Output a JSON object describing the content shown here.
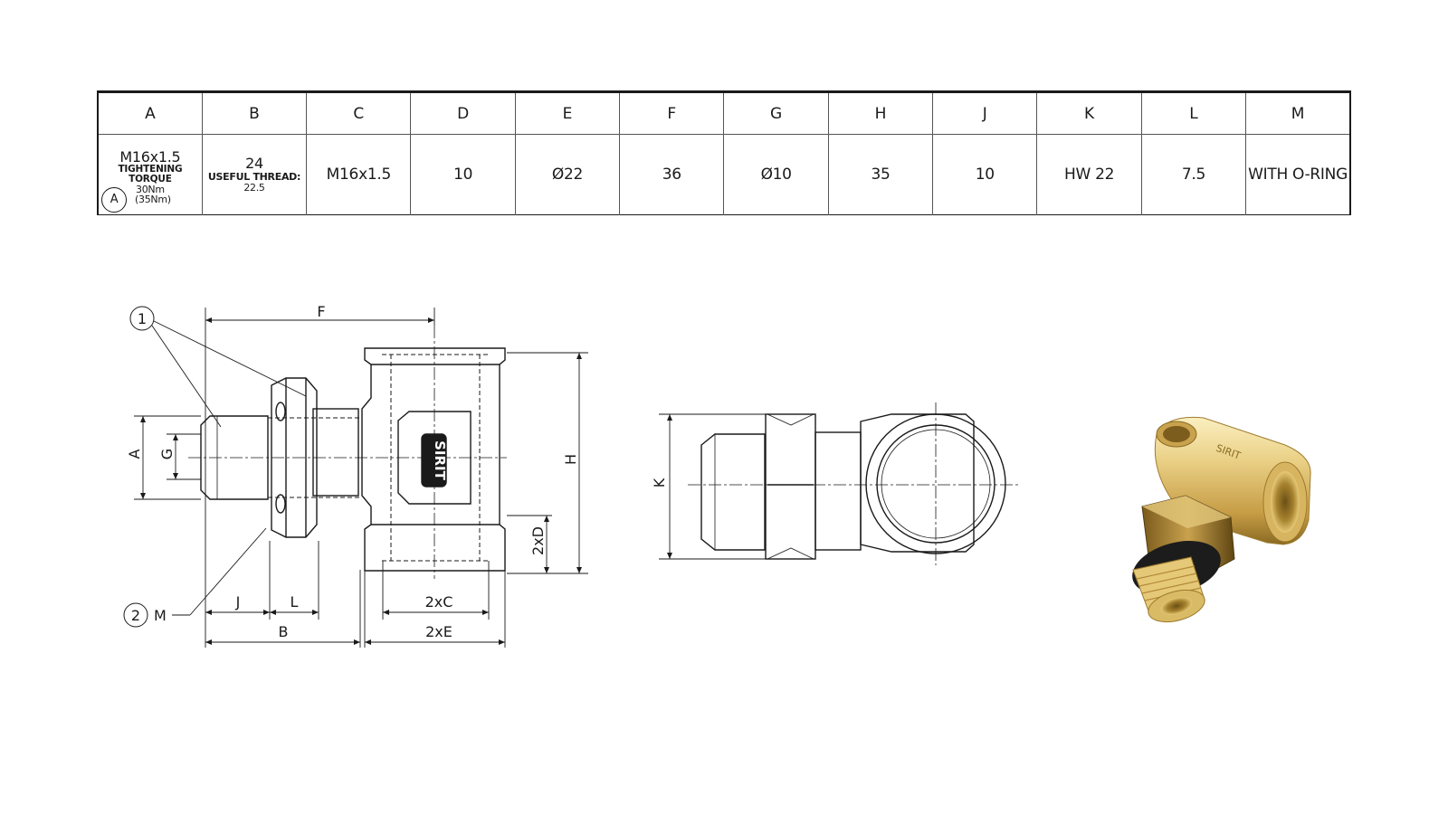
{
  "table": {
    "headers": [
      "A",
      "B",
      "C",
      "D",
      "E",
      "F",
      "G",
      "H",
      "J",
      "K",
      "L",
      "M"
    ],
    "a_cell": {
      "size": "M16x1.5",
      "torque_label": "TIGHTENING TORQUE",
      "torque": "30Nm",
      "torque_alt": "(35Nm)",
      "circle_label": "A"
    },
    "b_cell": {
      "value": "24",
      "thread_label": "USEFUL THREAD:",
      "thread_len": "22.5"
    },
    "values": [
      "M16x1.5",
      "10",
      "Ø22",
      "36",
      "Ø10",
      "35",
      "10",
      "HW 22",
      "7.5",
      "WITH O-RING"
    ]
  },
  "drawing": {
    "callout_1": "1",
    "callout_2": "2",
    "callout_2_label": "M",
    "labels": {
      "F": "F",
      "A": "A",
      "G": "G",
      "H": "H",
      "D": "2xD",
      "J": "J",
      "L": "L",
      "B": "B",
      "C": "2xC",
      "E": "2xE",
      "K": "K"
    },
    "brand": "SIRIT"
  },
  "colors": {
    "line": "#1a1a1a",
    "brass_light": "#f2dd9a",
    "brass_mid": "#d8b35a",
    "brass_dark": "#8a6a22",
    "oring": "#1c1c1c"
  }
}
